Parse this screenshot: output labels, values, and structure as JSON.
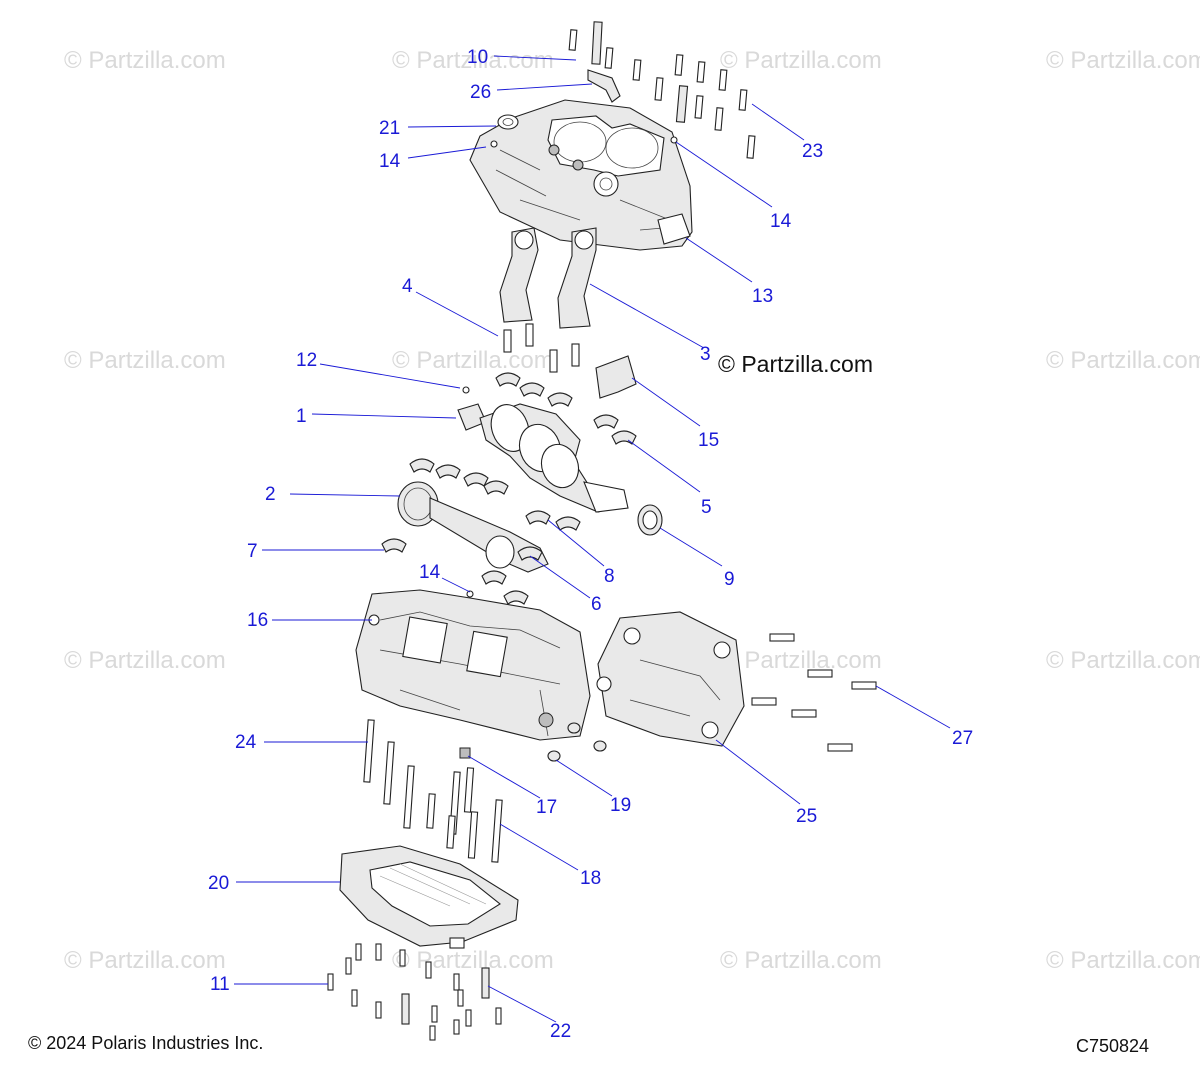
{
  "watermark": "© Partzilla.com",
  "brand_watermark": "© Partzilla.com",
  "copyright": "© 2024 Polaris Industries Inc.",
  "diagram_code": "C750824",
  "callouts": {
    "c10": "10",
    "c26": "26",
    "c21": "21",
    "c14a": "14",
    "c14b": "14",
    "c14c": "14",
    "c23": "23",
    "c13": "13",
    "c4": "4",
    "c3": "3",
    "c12": "12",
    "c1": "1",
    "c15": "15",
    "c2": "2",
    "c5": "5",
    "c9": "9",
    "c7": "7",
    "c8": "8",
    "c6": "6",
    "c16": "16",
    "c27": "27",
    "c24": "24",
    "c25": "25",
    "c17": "17",
    "c19": "19",
    "c18": "18",
    "c20": "20",
    "c11": "11",
    "c22": "22"
  }
}
